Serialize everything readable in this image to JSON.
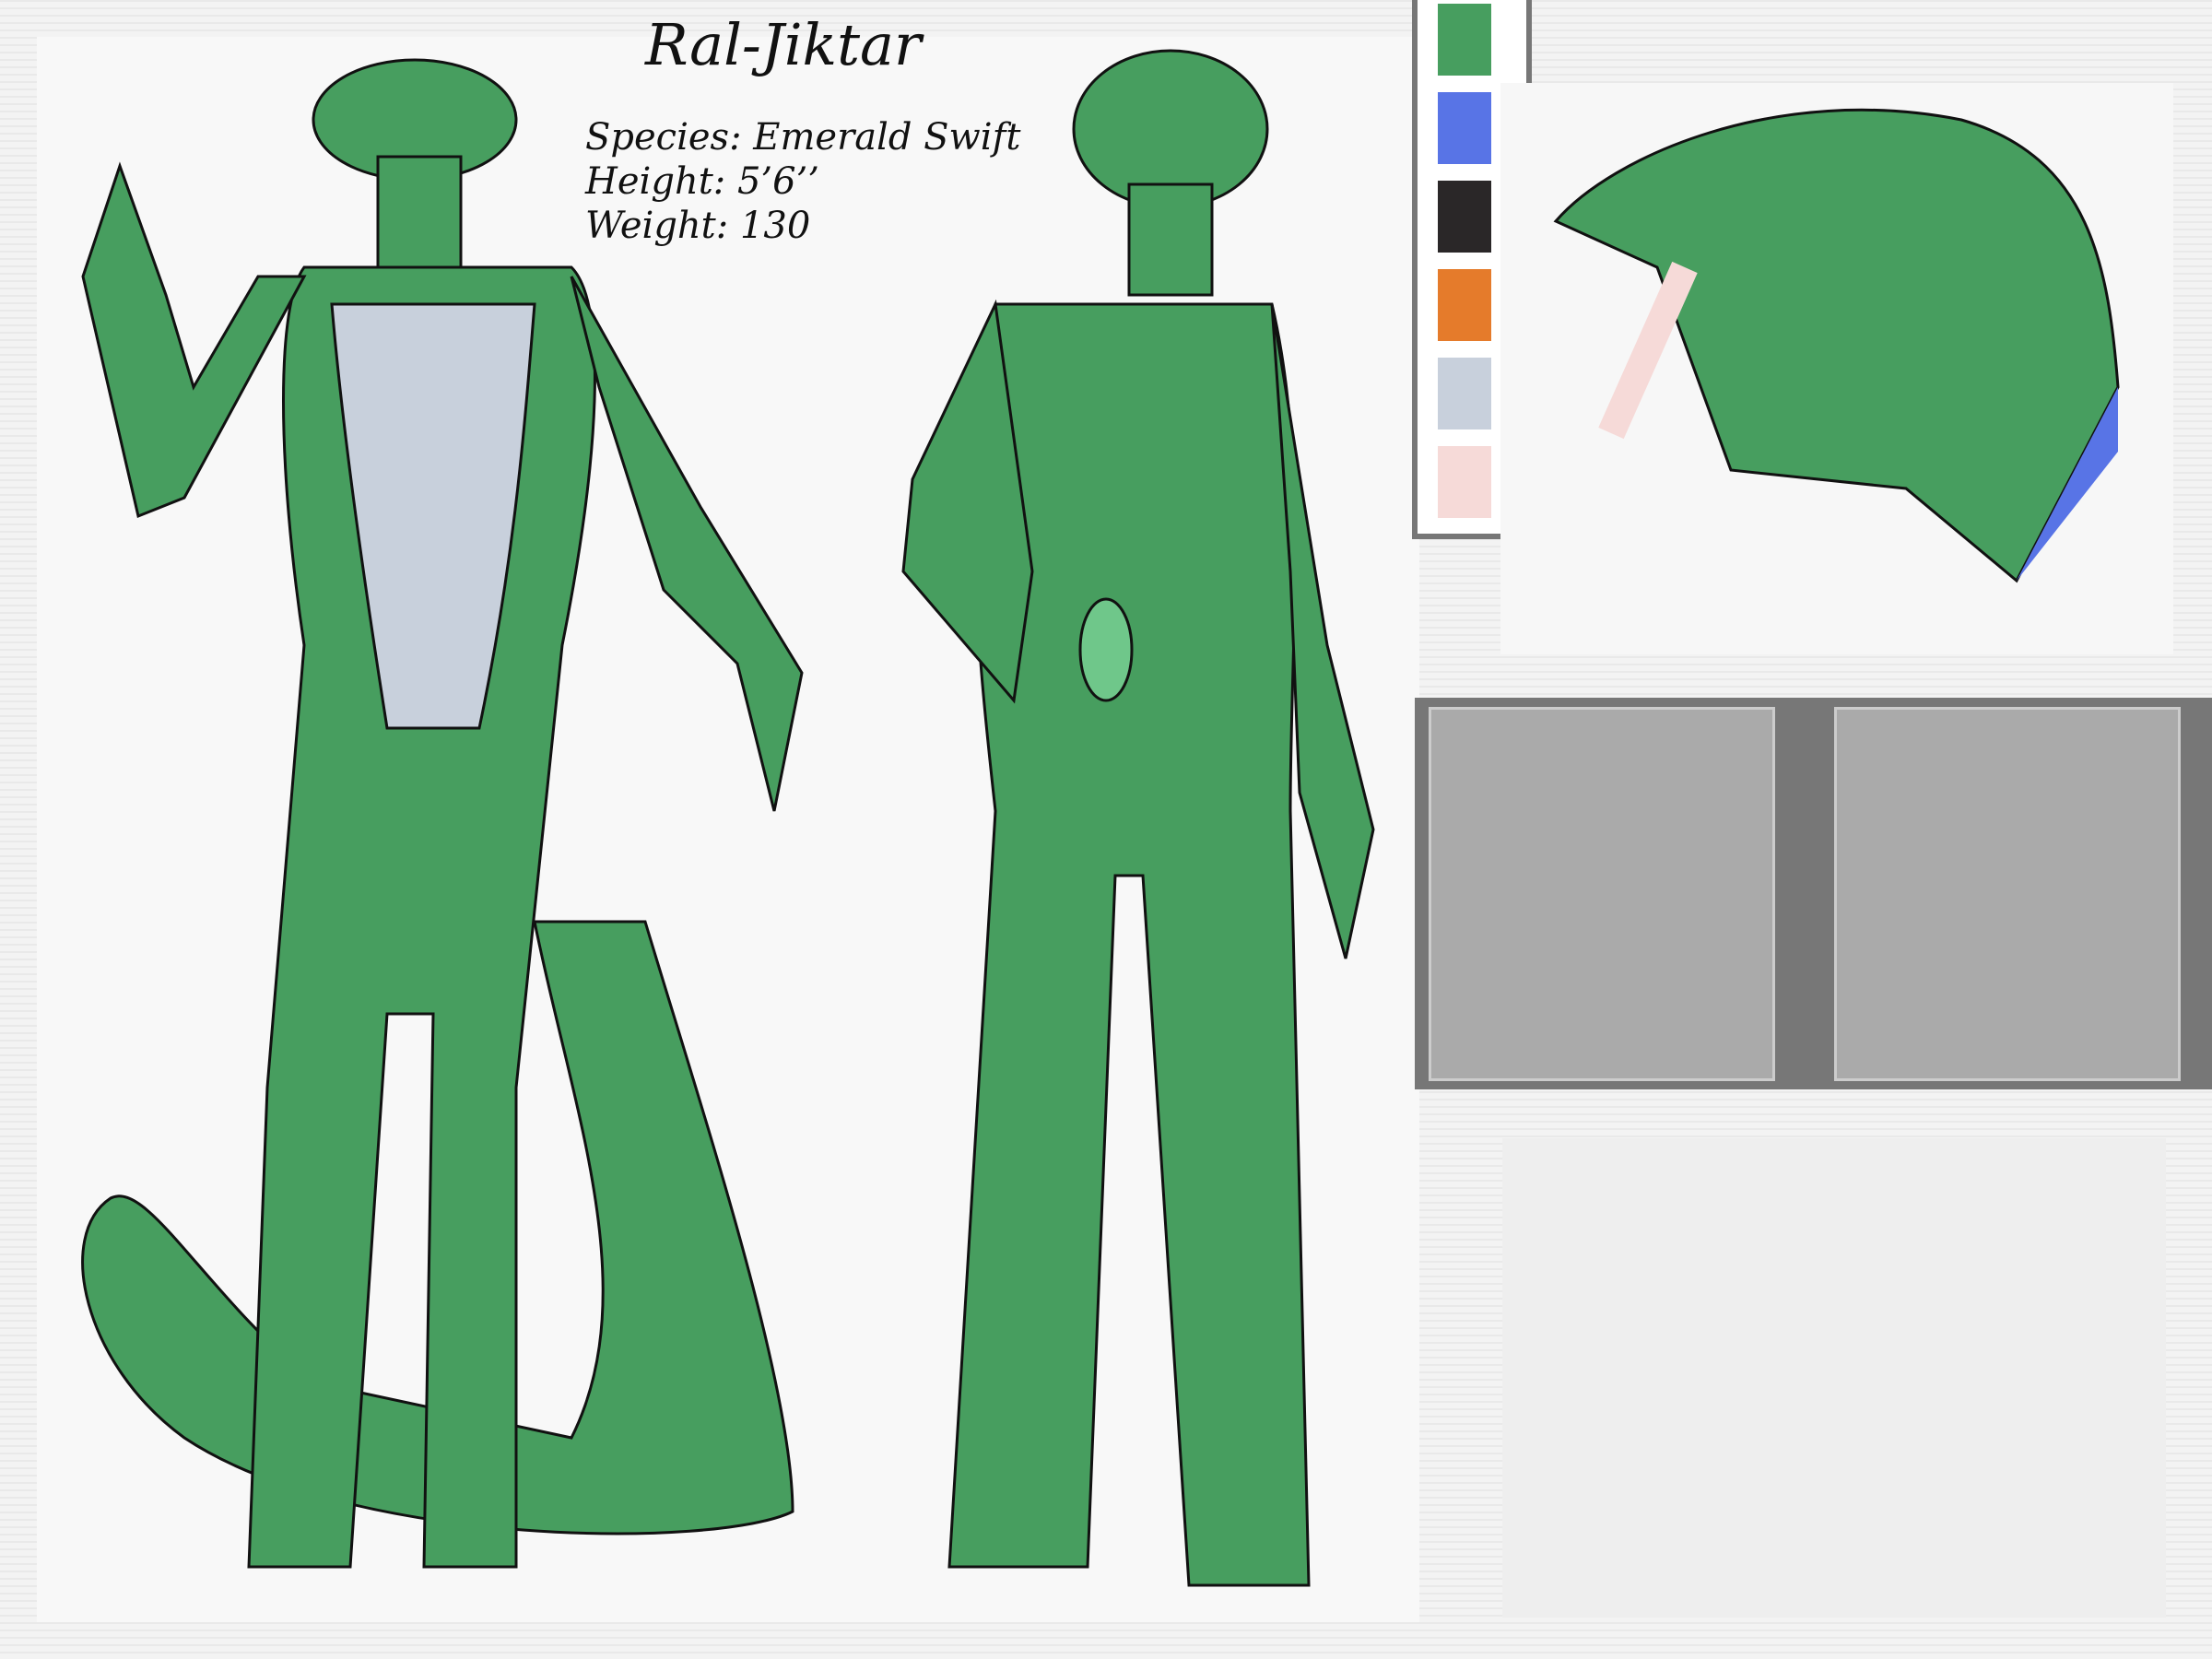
{
  "sheet": {
    "title": "Ral-Jiktar",
    "info": {
      "species": "Species: Emerald Swift",
      "height": "Height: 5’6’’",
      "weight": "Weight: 130"
    }
  },
  "palette": {
    "colors": [
      "#479e5f",
      "#5874e6",
      "#2a2728",
      "#e57b2b",
      "#c8d0dc",
      "#f6dad8"
    ]
  }
}
